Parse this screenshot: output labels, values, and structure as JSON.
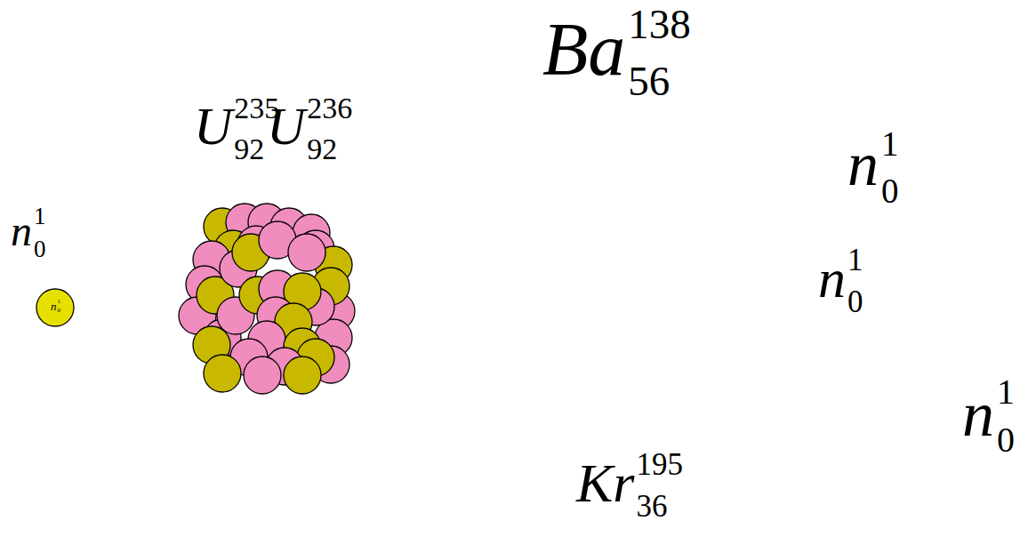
{
  "diagram": {
    "nodes": [
      {
        "text": [
          "n",
          "1",
          "0"
        ]
      }
    ],
    "labels": [
      "n",
      "1",
      "0",
      "U",
      "235",
      "92",
      "U",
      "236",
      "92",
      "Ba",
      "138",
      "56",
      "n",
      "1",
      "0",
      "n",
      "1",
      "0",
      "Kr",
      "195",
      "36",
      "n",
      "1",
      "0"
    ]
  }
}
